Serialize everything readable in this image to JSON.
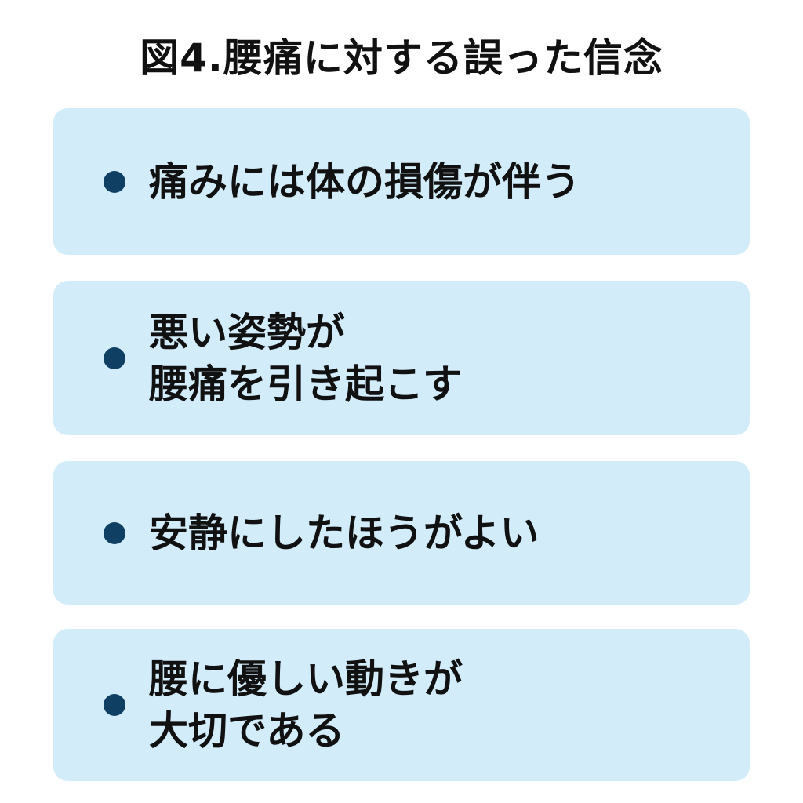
{
  "title": "図4.腰痛に対する誤った信念",
  "items": [
    {
      "lines": [
        "痛みには体の損傷が伴う"
      ]
    },
    {
      "lines": [
        "悪い姿勢が",
        "腰痛を引き起こす"
      ]
    },
    {
      "lines": [
        "安静にしたほうがよい"
      ]
    },
    {
      "lines": [
        "腰に優しい動きが",
        "大切である"
      ]
    }
  ],
  "colors": {
    "card_background": "#d3ecfa",
    "bullet": "#0f3f63",
    "text": "#111111"
  }
}
